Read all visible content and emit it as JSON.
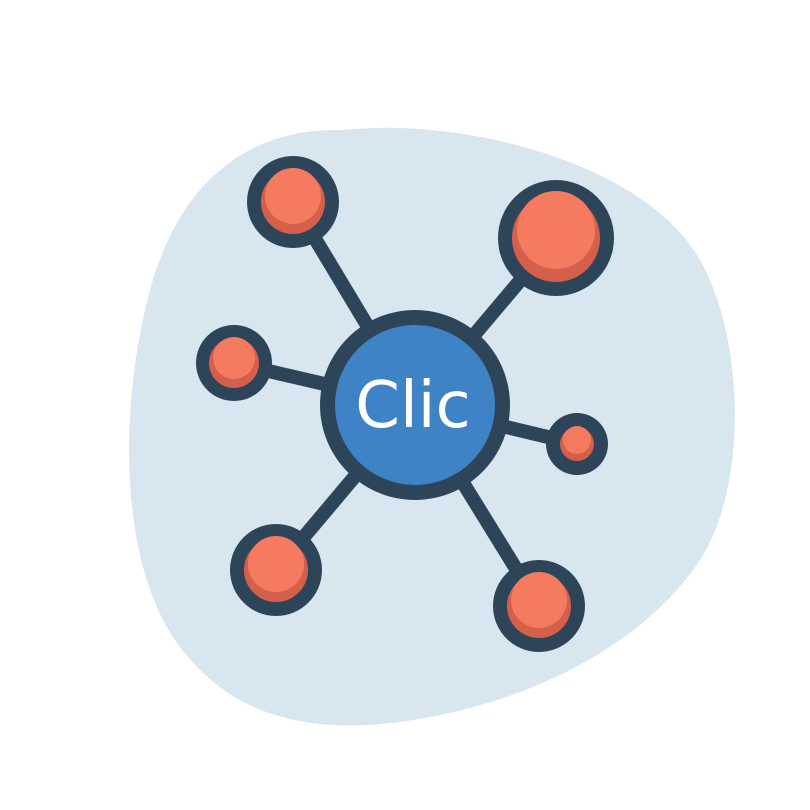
{
  "hub": {
    "label": "Clic"
  },
  "nodes": [
    {
      "name": "node-top-left"
    },
    {
      "name": "node-top-right"
    },
    {
      "name": "node-left"
    },
    {
      "name": "node-right"
    },
    {
      "name": "node-bottom-left"
    },
    {
      "name": "node-bottom-right"
    }
  ],
  "colors": {
    "background": "#ffffff",
    "blob": "#d7e6ef",
    "outline": "#2e4559",
    "hub_fill": "#3d83c6",
    "hub_text": "#ffffff",
    "node_fill": "#f47a60",
    "node_shade": "#d4604b"
  }
}
